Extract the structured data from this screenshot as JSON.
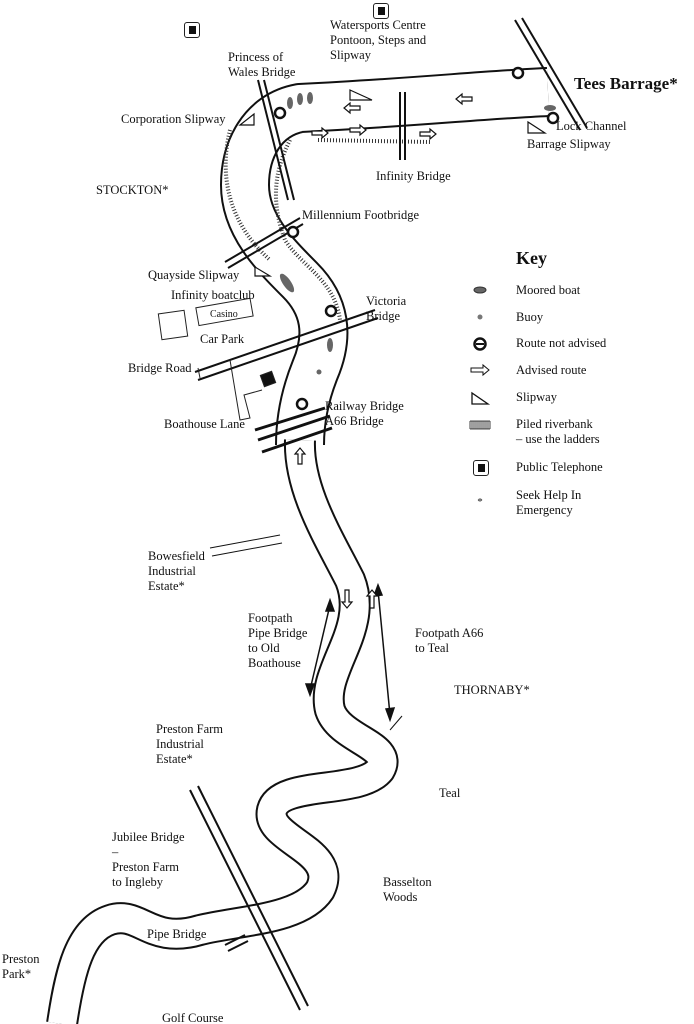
{
  "labels": {
    "watersports": "Watersports Centre\nPontoon, Steps and\nSlipway",
    "princess": "Princess of\nWales Bridge",
    "tees_barrage": "Tees Barrage*",
    "corporation": "Corporation Slipway",
    "lock_channel": "Lock Channel",
    "barrage_slipway": "Barrage Slipway",
    "stockton": "STOCKTON*",
    "infinity_bridge": "Infinity Bridge",
    "millennium": "Millennium Footbridge",
    "quayside": "Quayside Slipway",
    "boatclub": "Infinity boatclub",
    "casino": "Casino",
    "car_park": "Car Park",
    "victoria": "Victoria\nBridge",
    "bridge_road": "Bridge Road",
    "boathouse_lane": "Boathouse Lane",
    "railway": "Railway Bridge\nA66 Bridge",
    "bowesfield": "Bowesfield\nIndustrial\nEstate*",
    "footpath_pipe": "Footpath\nPipe Bridge\nto Old\nBoathouse",
    "footpath_a66": "Footpath A66\nto Teal",
    "thornaby": "THORNABY*",
    "preston_farm": "Preston Farm\nIndustrial\nEstate*",
    "teal": "Teal",
    "jubilee": "Jubilee Bridge\n–\nPreston Farm\nto Ingleby",
    "basselton": "Basselton\nWoods",
    "pipe_bridge": "Pipe Bridge",
    "preston_park": "Preston\nPark*",
    "golf": "Golf Course"
  },
  "key": {
    "title": "Key",
    "items": [
      {
        "label": "Moored boat",
        "icon": "moored-boat"
      },
      {
        "label": "Buoy",
        "icon": "buoy"
      },
      {
        "label": "Route not advised",
        "icon": "no-entry"
      },
      {
        "label": "Advised route",
        "icon": "arrow"
      },
      {
        "label": "Slipway",
        "icon": "slipway"
      },
      {
        "label": "Piled riverbank\n– use the ladders",
        "icon": "piled-bank"
      },
      {
        "label": "Public Telephone",
        "icon": "telephone"
      },
      {
        "label": "Seek Help In\nEmergency",
        "icon": "asterisk"
      }
    ]
  },
  "colors": {
    "ink": "#111111",
    "boat": "#666666"
  }
}
